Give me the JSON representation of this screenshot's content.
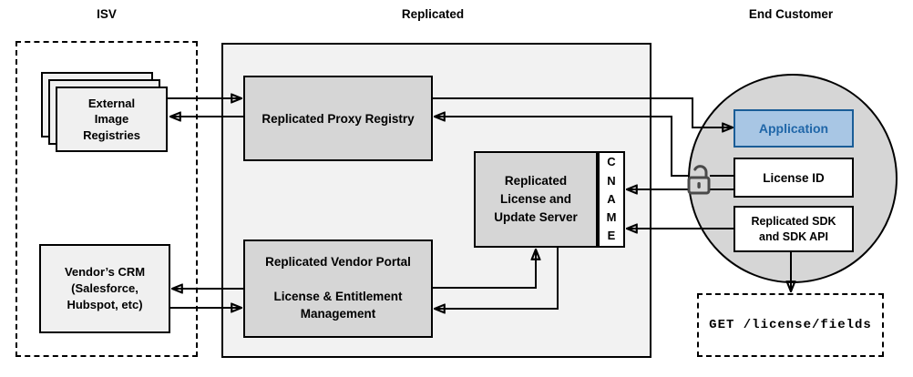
{
  "sections": {
    "isv": {
      "label": "ISV"
    },
    "replicated": {
      "label": "Replicated"
    },
    "end_customer": {
      "label": "End Customer"
    }
  },
  "nodes": {
    "external_image_registries": {
      "label": "External\nImage\nRegistries"
    },
    "vendors_crm": {
      "label": "Vendor’s CRM\n(Salesforce,\nHubspot, etc)"
    },
    "proxy_registry": {
      "label": "Replicated Proxy Registry"
    },
    "vendor_portal": {
      "label": "Replicated Vendor Portal\n\nLicense & Entitlement\nManagement"
    },
    "license_update_server": {
      "label": "Replicated\nLicense and\nUpdate Server"
    },
    "cname": {
      "label": "C\nN\nA\nM\nE"
    },
    "application": {
      "label": "Application"
    },
    "license_id": {
      "label": "License ID"
    },
    "replicated_sdk": {
      "label": "Replicated SDK\nand SDK API"
    },
    "get_license_fields": {
      "label": "GET /license/fields"
    }
  },
  "icons": {
    "unlock_icon": "open-padlock"
  },
  "colors": {
    "container_fill": "#f2f2f2",
    "node_fill_gray": "#d6d6d6",
    "node_fill_light": "#f0f0f0",
    "application_fill": "#a8c6e4",
    "application_border": "#1a5d97",
    "application_text": "#1f66a8",
    "line": "#000000"
  }
}
